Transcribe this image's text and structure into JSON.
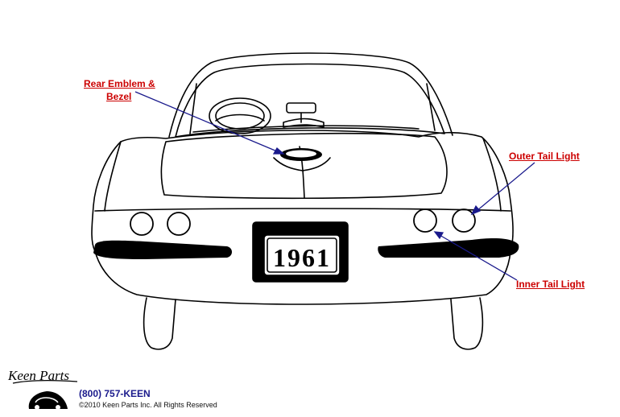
{
  "diagram": {
    "plate_text": "1961",
    "callouts": {
      "rear_emblem": {
        "line1": "Rear Emblem &",
        "line2": "Bezel"
      },
      "outer_tail_light": "Outer Tail Light",
      "inner_tail_light": "Inner Tail Light"
    },
    "colors": {
      "callout_text": "#cc0000",
      "leader_line": "#1a1a8c",
      "line_art": "#000000"
    }
  },
  "footer": {
    "logo_text": "Keen Parts",
    "phone": "(800) 757-KEEN",
    "copyright": "©2010 Keen Parts Inc. All Rights Reserved"
  }
}
